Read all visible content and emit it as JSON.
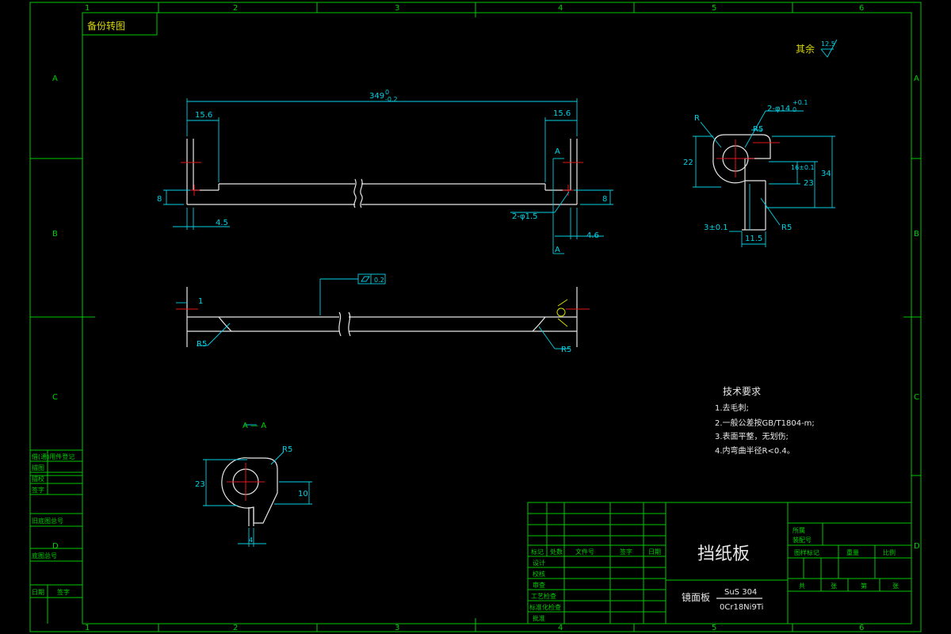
{
  "sheet": {
    "corner_label": "备份转图",
    "columns": [
      "1",
      "2",
      "3",
      "4",
      "5",
      "6"
    ],
    "rows": [
      "A",
      "B",
      "C",
      "D"
    ]
  },
  "roughness": {
    "label": "其余",
    "value": "12.5"
  },
  "front_view": {
    "overall_dim": "349",
    "overall_tol_upper": "0",
    "overall_tol_lower": "-0.2",
    "left_end_dim": "15.6",
    "right_end_dim": "15.6",
    "left_height_dim": "8",
    "right_height_dim": "8",
    "left_offset_dim": "4.5",
    "right_offset_dim": "4.6",
    "hole_note": "2-φ1.5",
    "section_mark": "A"
  },
  "top_view": {
    "flatness_tol": "0.2",
    "left_thickness_dim": "1",
    "left_radius": "R5",
    "right_radius": "R5"
  },
  "side_view": {
    "radius_top_left": "R",
    "holes_note": "2-φ14",
    "holes_tol_upper": "+0.1",
    "holes_tol_lower": "0",
    "radius_top_right": "R5",
    "height_22": "22",
    "height_34": "34",
    "height_23": "23",
    "slot_dim": "16±0.1",
    "width_3": "3±0.1",
    "width_11_5": "11.5",
    "radius_bottom": "R5"
  },
  "section_view": {
    "title": "A — A",
    "radius": "R5",
    "height_23": "23",
    "height_10": "10",
    "width_4": "4"
  },
  "tech_req": {
    "title": "技术要求",
    "items": [
      "1.去毛刺;",
      "2.一般公差按GB/T1804-m;",
      "3.表面平整，无划伤;",
      "4.内弯曲半径R<0.4。"
    ]
  },
  "left_stamp": {
    "rows": [
      "描图",
      "描校",
      "旧底图总号",
      "底图总号",
      "日期",
      "签字"
    ],
    "extra": [
      "借(通)用件登记",
      "签字"
    ]
  },
  "title_block": {
    "part_name": "挡纸板",
    "material_top": "SuS 304",
    "material_bottom": "0Cr18Ni9Ti",
    "finish_label": "镜面板",
    "sign_headers": [
      "标记",
      "处数",
      "文件号",
      "签字",
      "日期"
    ],
    "roles": [
      "设计",
      "校核",
      "审查",
      "工艺检查",
      "标准化检查",
      "批准"
    ],
    "owner_label": "所属",
    "assembly_label": "装配号",
    "stage_headers": [
      "图样标记",
      "重量",
      "比例"
    ],
    "sheet_labels": [
      "共",
      "张",
      "第",
      "张"
    ]
  }
}
